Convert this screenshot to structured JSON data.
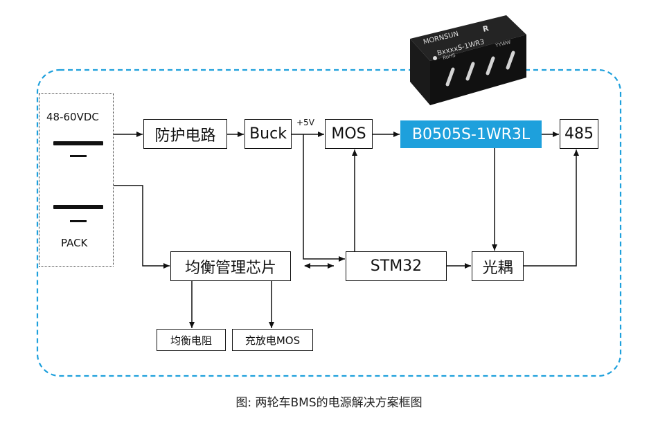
{
  "module_photo": {
    "brand": "MORNSUN",
    "mark": "R",
    "model": "BxxxxS-1WR3",
    "rohs": "RoHS",
    "date_code": "YYWW"
  },
  "pack": {
    "voltage_label": "48-60VDC",
    "name_label": "PACK"
  },
  "blocks": {
    "protection": "防护电路",
    "buck": "Buck",
    "mos": "MOS",
    "module": "B0505S-1WR3L",
    "rs485": "485",
    "balance_chip": "均衡管理芯片",
    "mcu": "STM32",
    "optocoupler": "光耦",
    "balance_resistor": "均衡电阻",
    "charge_mos": "充放电MOS"
  },
  "annotations": {
    "buck_output": "+5V"
  },
  "caption": "图: 两轮车BMS的电源解决方案框图",
  "colors": {
    "accent_blue": "#1ea0dc",
    "dashed_border": "#1ea0dc",
    "line": "#111111"
  }
}
